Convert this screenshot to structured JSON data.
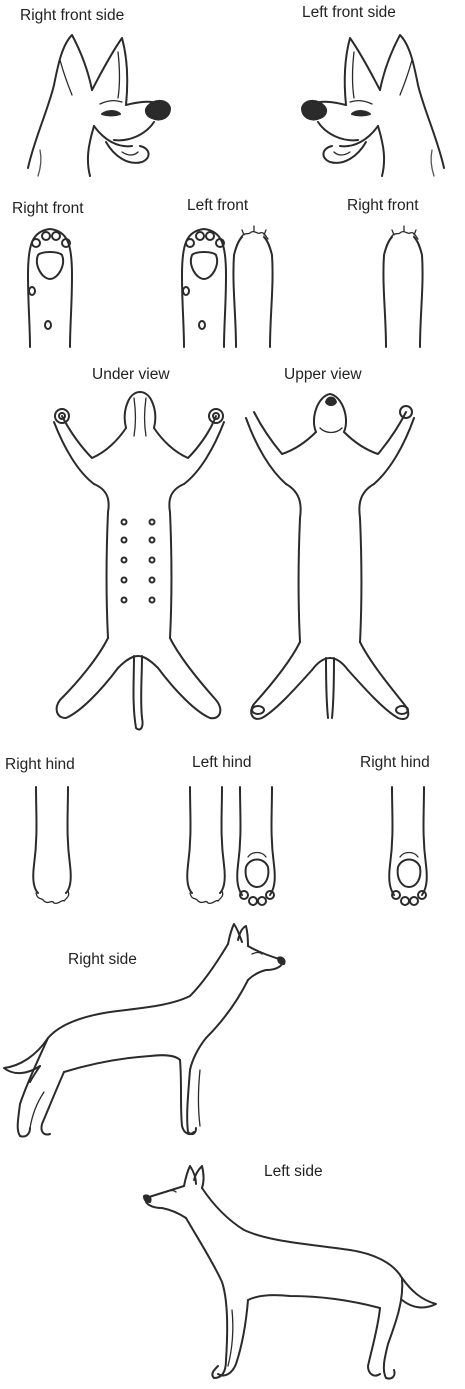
{
  "labels": {
    "right_front_side": "Right front side",
    "left_front_side": "Left front side",
    "right_front_a": "Right front",
    "left_front": "Left front",
    "right_front_b": "Right front",
    "under_view": "Under view",
    "upper_view": "Upper view",
    "right_hind_a": "Right hind",
    "left_hind": "Left hind",
    "right_hind_b": "Right hind",
    "right_side": "Right side",
    "left_side": "Left side"
  },
  "colors": {
    "line": "#2b2b2b",
    "text": "#222222",
    "background": "#ffffff"
  }
}
